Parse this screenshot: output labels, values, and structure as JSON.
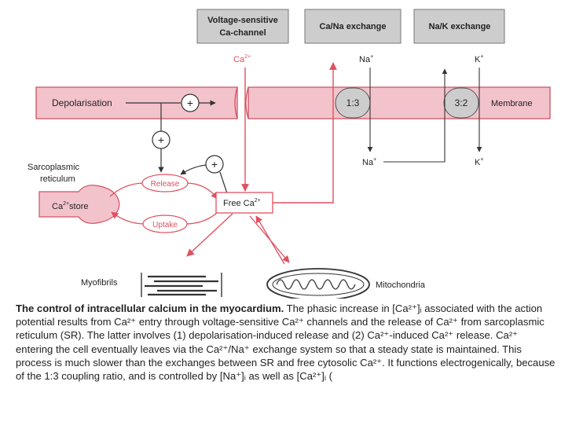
{
  "labels": {
    "voltage_box": [
      "Voltage-sensitive",
      "Ca-channel"
    ],
    "cana_box": "Ca/Na exchange",
    "nak_box": "Na/K exchange",
    "ca_top": "Ca",
    "ca_top_sup": "2+",
    "na_top": "Na",
    "na_top_sup": "+",
    "k_top": "K",
    "k_top_sup": "+",
    "na_bottom": "Na",
    "na_bottom_sup": "+",
    "k_bottom": "K",
    "k_bottom_sup": "+",
    "depolarisation": "Depolarisation",
    "ratio_cana": "1:3",
    "ratio_nak": "3:2",
    "membrane": "Membrane",
    "sr": [
      "Sarcoplasmic",
      "reticulum"
    ],
    "ca_store": "Ca",
    "ca_store_sup": "2+",
    "ca_store_rest": "store",
    "release": "Release",
    "uptake": "Uptake",
    "free_ca": "Free Ca",
    "free_ca_sup": "2+",
    "plus": "+",
    "myofibrils": "Myofibrils",
    "mitochondria": "Mitochondria"
  },
  "caption": {
    "title": "The control of intracellular calcium in the myocardium.",
    "body": [
      " The phasic increase in [Ca²⁺]ᵢ associated with the action potential results from Ca²⁺ entry through voltage-sensitive Ca²⁺ channels and the release of Ca²⁺ from sarcoplasmic reticulum (SR). The latter involves (1) depolarisation-induced release and (2) Ca²⁺-induced Ca²⁺ release. Ca²⁺ entering the cell eventually leaves via the Ca²⁺/Na⁺ exchange system so that a steady state is maintained. This process is much slower than the exchanges between SR and free cytosolic Ca²⁺. It functions electrogenically, because of the 1:3 coupling ratio, and is controlled by [Na⁺]ᵢ as well as [Ca²⁺]ᵢ ("
    ]
  },
  "colors": {
    "membrane_fill": "#f3c3cc",
    "pink_line": "#e0505f",
    "box_fill": "#cdcdcd",
    "text": "#222222"
  }
}
